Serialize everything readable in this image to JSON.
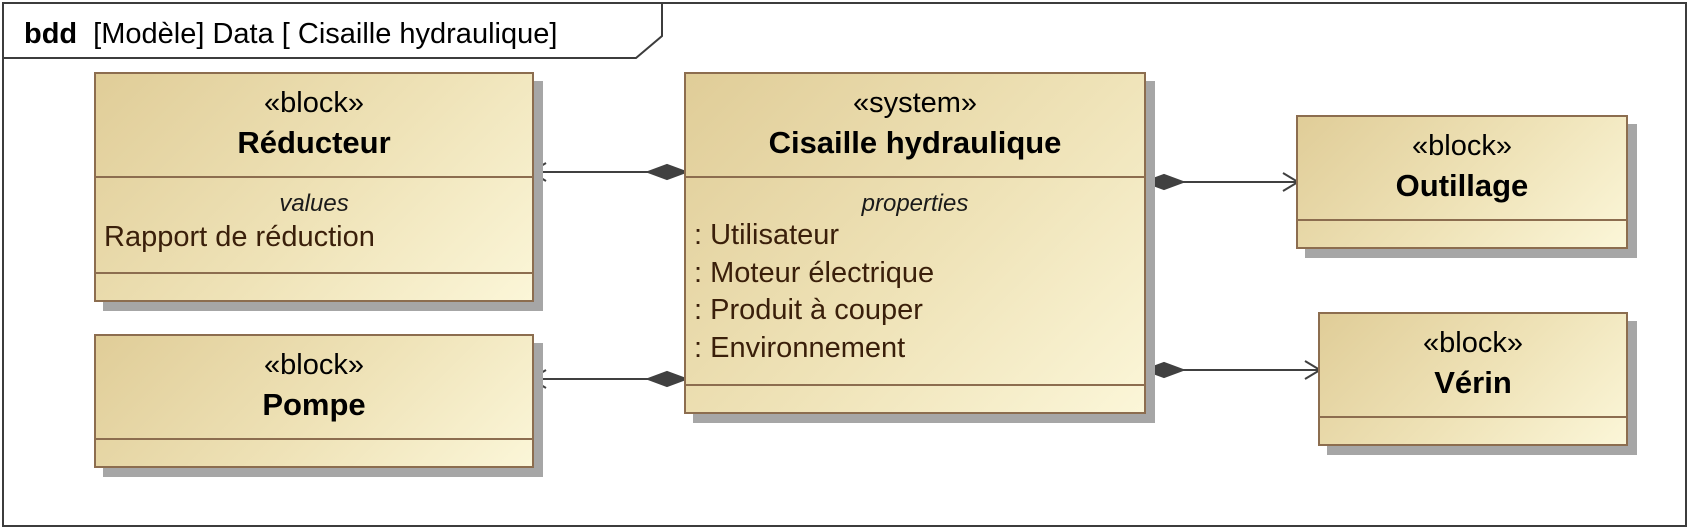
{
  "frame": {
    "kind": "bdd",
    "title": "[Modèle] Data [ Cisaille hydraulique]"
  },
  "blocks": {
    "reducteur": {
      "stereotype": "«block»",
      "name": "Réducteur",
      "compartment_title": "values",
      "items": [
        "Rapport de réduction"
      ]
    },
    "pompe": {
      "stereotype": "«block»",
      "name": "Pompe"
    },
    "cisaille": {
      "stereotype": "«system»",
      "name": "Cisaille hydraulique",
      "compartment_title": "properties",
      "items": [
        ": Utilisateur",
        ": Moteur électrique",
        ": Produit à couper",
        ": Environnement"
      ]
    },
    "outillage": {
      "stereotype": "«block»",
      "name": "Outillage"
    },
    "verin": {
      "stereotype": "«block»",
      "name": "Vérin"
    }
  },
  "relationships": [
    {
      "type": "composition",
      "from": "Cisaille hydraulique",
      "to": "Réducteur"
    },
    {
      "type": "composition",
      "from": "Cisaille hydraulique",
      "to": "Pompe"
    },
    {
      "type": "composition",
      "from": "Cisaille hydraulique",
      "to": "Outillage"
    },
    {
      "type": "composition",
      "from": "Cisaille hydraulique",
      "to": "Vérin"
    }
  ],
  "colors": {
    "block_border": "#8c6d4f",
    "block_fill_dark": "#e0cd98",
    "block_fill_light": "#fbf6d8",
    "shadow": "#a6a6a6",
    "line": "#404040"
  }
}
